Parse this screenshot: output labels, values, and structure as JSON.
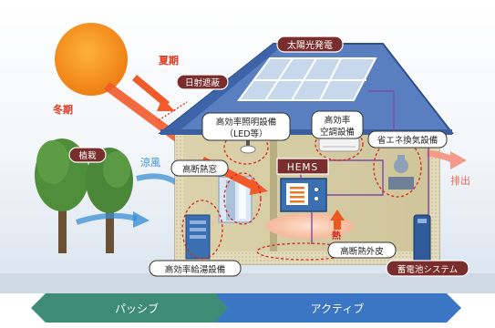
{
  "labels": {
    "solar": "太陽光発電",
    "summer": "夏期",
    "winter": "冬期",
    "sunshade": "日射遮蔽",
    "lighting_line1": "高効率照明設備",
    "lighting_line2": "（LED等）",
    "aircon_line1": "高効率",
    "aircon_line2": "空調設備",
    "ventilation": "省エネ換気設備",
    "planting": "植栽",
    "breeze": "涼風",
    "window": "高断熱窓",
    "hems": "HEMS",
    "exhaust": "排出",
    "heat": "熱",
    "insulation": "高断熱外皮",
    "water_heater": "高効率給湯設備",
    "battery": "蓄電池システム",
    "passive": "パッシブ",
    "active": "アクティブ"
  },
  "colors": {
    "sun": "#f39a1e",
    "sun_ray": "#f25a2a",
    "red_label": "#e8341c",
    "blue_label": "#3b8fd6",
    "roof": "#5a7fc0",
    "wall": "#d8cfa6",
    "dark_panel": "#7a2d2d",
    "passive_arrow": "#3e8c75",
    "active_arrow": "#3a76c4",
    "purple_line": "#7d4aa8"
  }
}
